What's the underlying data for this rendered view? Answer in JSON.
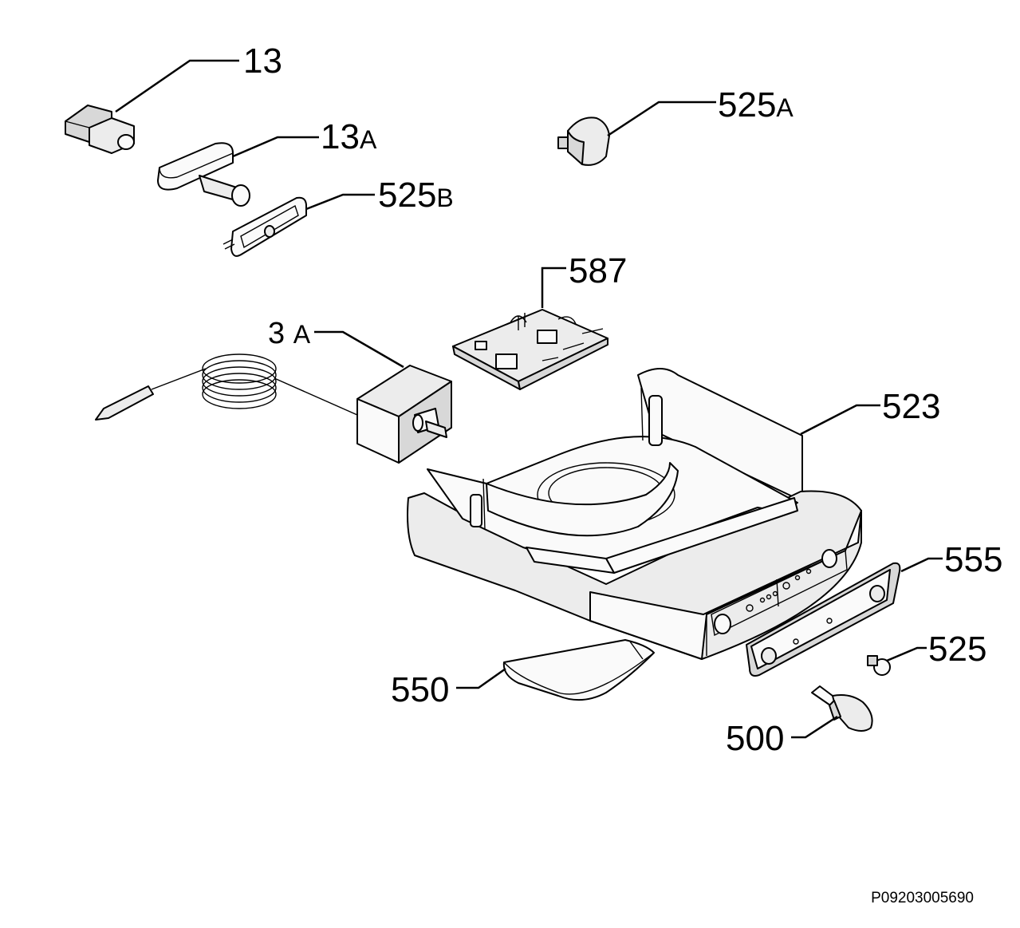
{
  "callouts": {
    "p13": {
      "num": "13",
      "suffix": ""
    },
    "p13a": {
      "num": "13",
      "suffix": "A"
    },
    "p525b": {
      "num": "525",
      "suffix": "B"
    },
    "p525a": {
      "num": "525",
      "suffix": "A"
    },
    "p587": {
      "num": "587",
      "suffix": ""
    },
    "p3a": {
      "num": "3 ",
      "suffix": "A"
    },
    "p523": {
      "num": "523",
      "suffix": ""
    },
    "p555": {
      "num": "555",
      "suffix": ""
    },
    "p525": {
      "num": "525",
      "suffix": ""
    },
    "p550": {
      "num": "550",
      "suffix": ""
    },
    "p500": {
      "num": "500",
      "suffix": ""
    }
  },
  "reference_code": "P09203005690"
}
